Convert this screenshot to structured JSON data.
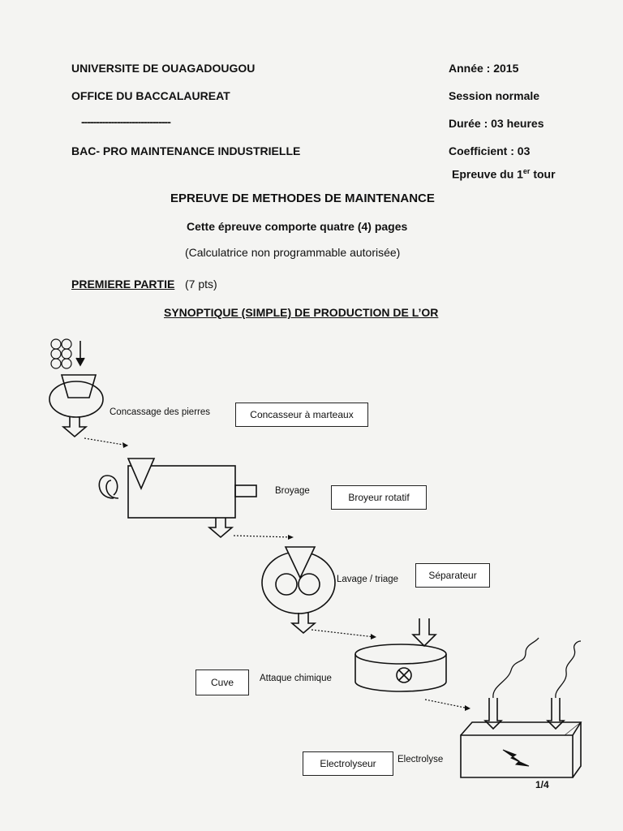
{
  "header": {
    "university": "UNIVERSITE DE OUAGADOUGOU",
    "office": "OFFICE DU BACCALAUREAT",
    "dashes": "------------------------------",
    "exam": "BAC- PRO MAINTENANCE INDUSTRIELLE",
    "year": "Année : 2015",
    "session": "Session normale",
    "duration": "Durée : 03 heures",
    "coefficient": "Coefficient : 03",
    "round_prefix": "Epreuve du 1",
    "round_sup": "er",
    "round_suffix": " tour"
  },
  "title": {
    "main": "EPREUVE DE METHODES DE MAINTENANCE",
    "pages": "Cette épreuve comporte quatre (4) pages",
    "calculator": "(Calculatrice non programmable autorisée)"
  },
  "part": {
    "name": "PREMIERE PARTIE",
    "points": "(7 pts)",
    "subtitle": "SYNOPTIQUE (SIMPLE) DE PRODUCTION DE L’OR"
  },
  "diagram": {
    "steps": [
      {
        "process": "Concassage des pierres",
        "equipment": "Concasseur à marteaux"
      },
      {
        "process": "Broyage",
        "equipment": "Broyeur rotatif"
      },
      {
        "process": "Lavage / triage",
        "equipment": "Séparateur"
      },
      {
        "process": "Attaque chimique",
        "equipment": "Cuve"
      },
      {
        "process": "Electrolyse",
        "equipment": "Electrolyseur"
      }
    ]
  },
  "footer": {
    "page_number": "1/4"
  }
}
